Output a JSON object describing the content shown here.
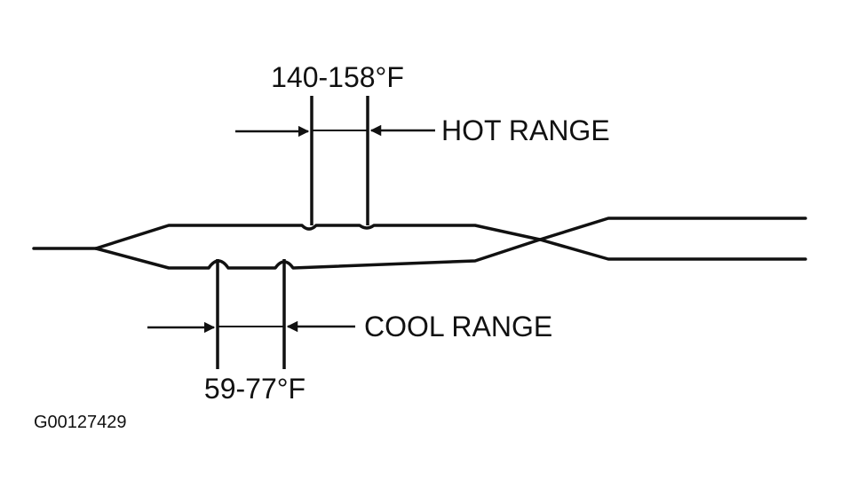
{
  "hot": {
    "range_text": "140-158°F",
    "label": "HOT RANGE"
  },
  "cool": {
    "range_text": "59-77°F",
    "label": "COOL RANGE"
  },
  "figure_id": "G00127429",
  "colors": {
    "ink": "#111111",
    "background": "#ffffff"
  }
}
